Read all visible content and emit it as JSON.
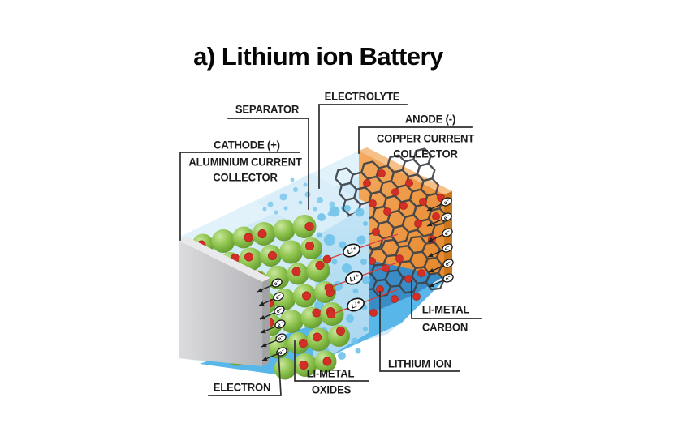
{
  "title": "a) Lithium ion Battery",
  "labels": {
    "electrolyte": "ELECTROLYTE",
    "separator": "SEPARATOR",
    "anode": "ANODE (-)",
    "copper_line1": "COPPER CURRENT",
    "copper_line2": "COLLECTOR",
    "cathode": "CATHODE (+)",
    "aluminium_line1": "ALUMINIUM CURRENT",
    "aluminium_line2": "COLLECTOR",
    "li_metal_carbon_line1": "LI-METAL",
    "li_metal_carbon_line2": "CARBON",
    "lithium_ion": "LITHIUM ION",
    "li_metal_oxides_line1": "LI-METAL",
    "li_metal_oxides_line2": "OXIDES",
    "electron": "ELECTRON"
  },
  "symbols": {
    "lithium_ion": "Li⁺",
    "electron": "e⁻"
  },
  "colors": {
    "background": "#ffffff",
    "electrolyte_fill": "#cfe9f8",
    "electrolyte_sheen": "#e4f3fc",
    "separator_front_light": "#c3e4f6",
    "separator_front_dark": "#a6d6ef",
    "separator_top": "#daeefa",
    "bubble": "#6fc2e9",
    "floor_blue": "#58b6e9",
    "carbon_region_blue": "#3a8cc6",
    "lattice": "#3d4248",
    "orange_light": "#f4ab61",
    "orange_dark": "#e6872c",
    "orange_side": "#c9761d",
    "orange_top": "#f6c189",
    "gray_light": "#dcdcde",
    "gray_dark": "#b4b5b9",
    "gray_top": "#e9e9eb",
    "gray_side": "#a2a3a7",
    "green_hi": "#c9e79b",
    "green_mid": "#8cc24c",
    "green_lo": "#649a2e",
    "red_dot": "#d32f27",
    "ion_line": "#d4403a",
    "arrow": "#222222",
    "pointer_line": "#2e2e2e",
    "label_text": "#1c1c1c"
  }
}
